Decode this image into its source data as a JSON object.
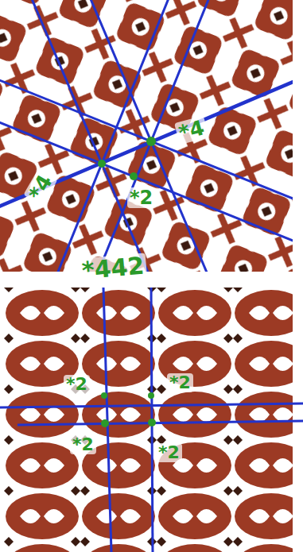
{
  "diagram": {
    "labels": [
      "*4",
      "*4",
      "*2",
      "*442",
      "*2",
      "*2",
      "*2",
      "*2"
    ]
  }
}
